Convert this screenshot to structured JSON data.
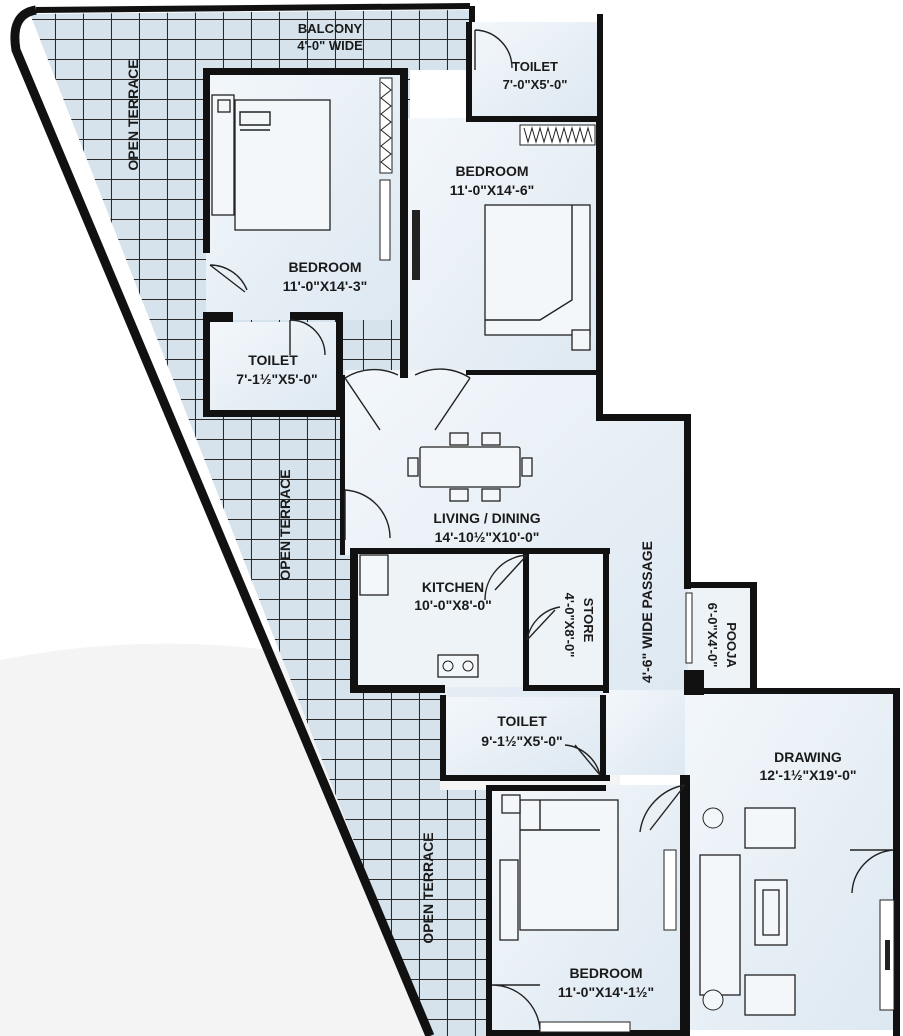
{
  "rooms": {
    "balcony": {
      "name": "BALCONY",
      "size": "4'-0\" WIDE"
    },
    "toilet_top": {
      "name": "TOILET",
      "size": "7'-0\"X5'-0\""
    },
    "bedroom_right": {
      "name": "BEDROOM",
      "size": "11'-0\"X14'-6\""
    },
    "bedroom_left": {
      "name": "BEDROOM",
      "size": "11'-0\"X14'-3\""
    },
    "toilet_left": {
      "name": "TOILET",
      "size": "7'-1½\"X5'-0\""
    },
    "living": {
      "name": "LIVING / DINING",
      "size": "14'-10½\"X10'-0\""
    },
    "kitchen": {
      "name": "KITCHEN",
      "size": "10'-0\"X8'-0\""
    },
    "store": {
      "name": "STORE",
      "size": "4'-0\"X8'-0\""
    },
    "passage": {
      "name": "4'-6\" WIDE PASSAGE"
    },
    "pooja": {
      "name": "POOJA",
      "size": "6'-0\"X4'-0\""
    },
    "toilet_mid": {
      "name": "TOILET",
      "size": "9'-1½\"X5'-0\""
    },
    "drawing": {
      "name": "DRAWING",
      "size": "12'-1½\"X19'-0\""
    },
    "bedroom_bottom": {
      "name": "BEDROOM",
      "size": "11'-0\"X14'-1½\""
    }
  },
  "terraces": {
    "top": "OPEN TERRACE",
    "middle": "OPEN TERRACE",
    "bottom": "OPEN TERRACE"
  },
  "colors": {
    "floor": "#e8f0f6",
    "terrace": "#d2e0ea",
    "wall": "#111111"
  }
}
